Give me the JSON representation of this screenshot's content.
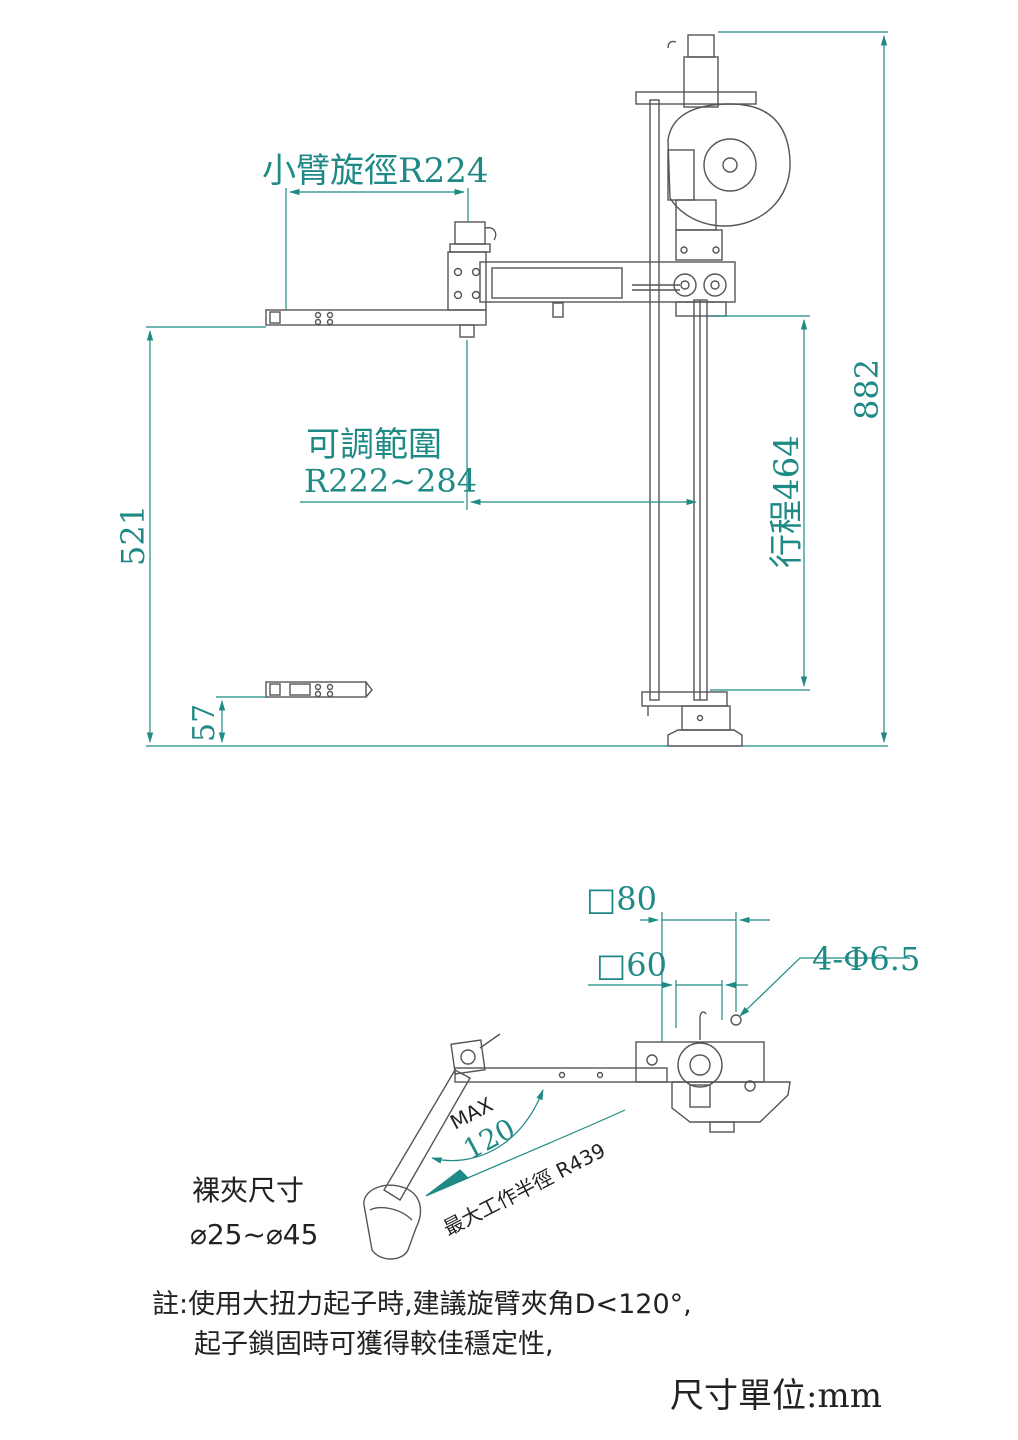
{
  "colors": {
    "dimension": "#1f8a85",
    "drawing": "#555555",
    "text": "#222222"
  },
  "side_view": {
    "forearm_radius": "小臂旋徑R224",
    "adjust_range_line1": "可調範圍",
    "adjust_range_line2": "R222~284",
    "stroke": "行程464",
    "total_height": "882",
    "arm_height": "521",
    "base_height": "57"
  },
  "top_view": {
    "square_80": "□80",
    "square_60": "□60",
    "holes": "4-Φ6.5",
    "max_angle_line1": "MAX",
    "max_angle_line2": "120",
    "max_radius": "最大工作半徑 R439",
    "clamp_line1": "裸夾尺寸",
    "clamp_line2": "⌀25~⌀45"
  },
  "notes": {
    "line1": "註:使用大扭力起子時,建議旋臂夾角D<120°,",
    "line2": "起子鎖固時可獲得較佳穩定性,"
  },
  "unit": "尺寸單位:mm"
}
